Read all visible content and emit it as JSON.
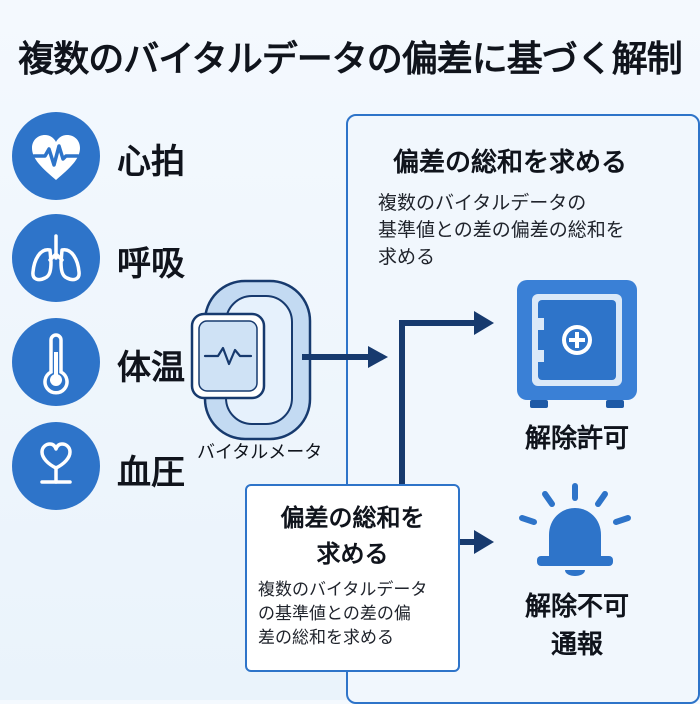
{
  "title": "複数のバイタルデータの偏差に基づく解制",
  "vitals": [
    {
      "label": "心拍",
      "icon": "heartbeat-icon"
    },
    {
      "label": "呼吸",
      "icon": "lungs-icon"
    },
    {
      "label": "体温",
      "icon": "thermometer-icon"
    },
    {
      "label": "血圧",
      "icon": "blood-pressure-icon"
    }
  ],
  "device": {
    "label": "バイタルメータ",
    "icon": "smartwatch-icon"
  },
  "right_panel": {
    "title": "偏差の総和を求める",
    "desc_lines": [
      "複数のバイタルデータの",
      "基準値との差の偏差の総和を",
      "求める"
    ]
  },
  "bottom_box": {
    "title_lines": [
      "偏差の総和を",
      "求める"
    ],
    "desc_lines": [
      "複数のバイタルデータ",
      "の基準値との差の偏",
      "差の総和を求める"
    ]
  },
  "outcomes": {
    "unlock": {
      "label": "解除許可",
      "icon": "safe-icon"
    },
    "alarm": {
      "label_lines": [
        "解除不可",
        "通報"
      ],
      "icon": "alarm-bell-icon"
    }
  },
  "colors": {
    "accent": "#2e74c9",
    "navy": "#173a6e",
    "light_blue": "#cfe2f5"
  }
}
